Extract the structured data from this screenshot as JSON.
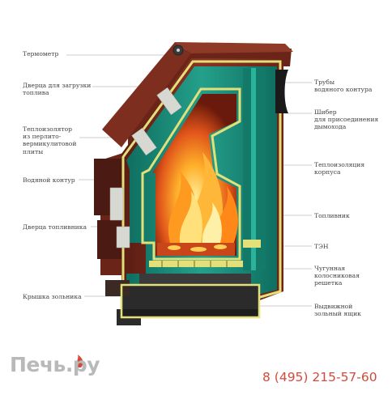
{
  "labels_left": [
    {
      "id": "thermometer",
      "text": "Термометр"
    },
    {
      "id": "loading-door",
      "text": "Дверца для загрузки\nтоплива"
    },
    {
      "id": "heat-insulator",
      "text": "Теплоизолятор\nиз перлито-\nвермикулитовой\nплиты"
    },
    {
      "id": "water-circuit",
      "text": "Водяной контур"
    },
    {
      "id": "firebox-door",
      "text": "Дверца топливника"
    },
    {
      "id": "ash-cover",
      "text": "Крышка зольника"
    }
  ],
  "labels_right": [
    {
      "id": "water-pipes",
      "text": "Трубы\nводяного контура"
    },
    {
      "id": "damper",
      "text": "Шибер\nдля присоединения\nдымохода"
    },
    {
      "id": "body-insulation",
      "text": "Теплоизоляция\nкорпуса"
    },
    {
      "id": "firebox",
      "text": "Топливник"
    },
    {
      "id": "heater",
      "text": "ТЭН"
    },
    {
      "id": "grate",
      "text": "Чугунная\nколосниковая\nрешетка"
    },
    {
      "id": "ash-drawer",
      "text": "Выдвижной\nзольный ящик"
    }
  ],
  "brand": {
    "logo": "Печь.ру",
    "phone": "8 (495) 215-57-60"
  },
  "colors": {
    "body": "#7a2a1e",
    "body_dark": "#5a1c13",
    "water": "#1b8a78",
    "insulation": "#e3e07a",
    "fire": "#e8661c",
    "flame": "#ffc13a",
    "steel": "#2b2b2b",
    "phone": "#d24a3c",
    "logo": "#b9b9b9"
  }
}
